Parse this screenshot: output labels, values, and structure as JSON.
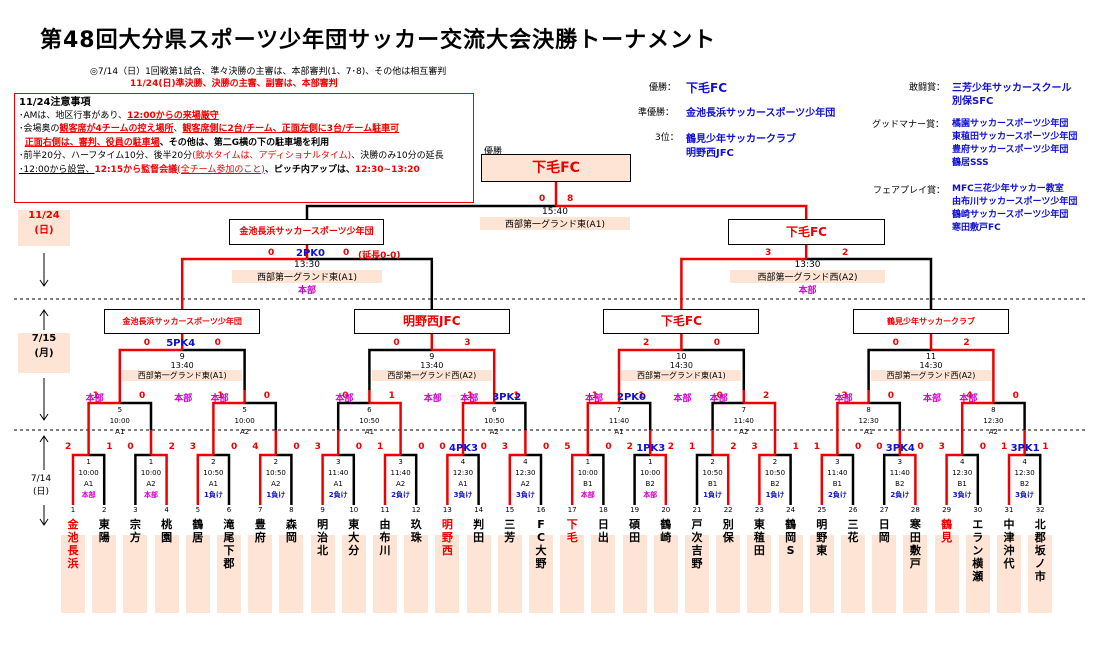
{
  "header": {
    "title": "第48回大分県スポーツ少年団サッカー交流大会決勝トーナメント",
    "note1": "◎7/14（日）1回戦第1試合、準々決勝の主審は、本部審判(1、7･8)、その他は相互審判",
    "note2": "11/24(日)準決勝、決勝の主審、副審は、本部審判"
  },
  "notice": {
    "title": "11/24注意事項",
    "l1a": "･AMは、地区行事があり、",
    "l1b": "12:00からの来場厳守",
    "l2a": "･会場奥の",
    "l2b": "観客席が4チームの控え場所",
    "l2c": "、",
    "l2d": "観客席側に2台/チーム、正面左側に3台/チーム駐車可",
    "l3a": "正面右側は、審判、役員の駐車場",
    "l3b": "、その他は、第二G横の下の駐車場を利用",
    "l4a": "･前半20分、ハーフタイム10分、後半20分",
    "l4b": "(飲水タイムは、アディショナルタイム)",
    "l4c": "、決勝のみ10分の延長",
    "l5a": "･12:00から設営、",
    "l5b": "12:15から監督会議",
    "l5c": "(全チーム参加のこと)",
    "l5d": "、ピッチ内アップは、",
    "l5e": "12:30~13:20"
  },
  "awards": {
    "champion_label": "優勝：",
    "champion": "下毛FC",
    "runnerup_label": "準優勝：",
    "runnerup": "金池長浜サッカースポーツ少年団",
    "third_label": "3位：",
    "third1": "鶴見少年サッカークラブ",
    "third2": "明野西JFC",
    "fighting_label": "敢闘賞：",
    "fighting1": "三芳少年サッカースクール",
    "fighting2": "別保SFC",
    "manner_label": "グッドマナー賞：",
    "manner1": "橘園サッカースポーツ少年団",
    "manner2": "東稙田サッカースポーツ少年団",
    "manner3": "豊府サッカースポーツ少年団",
    "manner4": "鶴居SSS",
    "fair_label": "フェアプレイ賞：",
    "fair1": "MFC三花少年サッカー教室",
    "fair2": "由布川サッカースポーツ少年団",
    "fair3": "鶴崎サッカースポーツ少年団",
    "fair4": "寒田敷戸FC"
  },
  "dates": {
    "d1": "11/24",
    "d1w": "(日)",
    "d2": "7/15",
    "d2w": "(月)",
    "d3": "7/14",
    "d3w": "(日)"
  },
  "final": {
    "label": "優勝",
    "winner": "下毛FC",
    "s1": "0",
    "s2": "8",
    "time": "15:40",
    "venue": "西部第一グランド東(A1)"
  },
  "semis": {
    "left": {
      "winner": "金池長浜サッカースポーツ少年団",
      "s1": "0",
      "s2": "0",
      "pk": "2PK0",
      "ext": "(延長0-0)",
      "time": "13:30",
      "venue": "西部第一グランド東(A1)",
      "hq": "本部"
    },
    "right": {
      "winner": "下毛FC",
      "s1": "3",
      "s2": "2",
      "time": "13:30",
      "venue": "西部第一グランド西(A2)",
      "hq": "本部"
    }
  },
  "qf": [
    {
      "winner": "金池長浜サッカースポーツ少年団",
      "no": "9",
      "time": "13:40",
      "venue": "西部第一グランド東(A1)",
      "s1": "0",
      "s2": "0",
      "pk": "5PK4",
      "hq": "本部"
    },
    {
      "winner": "明野西JFC",
      "no": "9",
      "time": "13:40",
      "venue": "西部第一グランド西(A2)",
      "s1": "0",
      "s2": "3",
      "hq": "本部"
    },
    {
      "winner": "下毛FC",
      "no": "10",
      "time": "14:30",
      "venue": "西部第一グランド東(A1)",
      "s1": "2",
      "s2": "0",
      "hq": "本部"
    },
    {
      "winner": "鶴見少年サッカークラブ",
      "no": "11",
      "time": "14:30",
      "venue": "西部第一グランド西(A2)",
      "s1": "0",
      "s2": "2",
      "hq": "本部"
    }
  ],
  "r2": [
    {
      "no": "5",
      "time": "10:00",
      "field": "A1",
      "hq": "本部",
      "s1": "1",
      "s2": "0"
    },
    {
      "no": "5",
      "time": "10:00",
      "field": "A2",
      "hq": "本部",
      "s1": "1",
      "s2": "0"
    },
    {
      "no": "6",
      "time": "10:50",
      "field": "A1",
      "hq": "本部",
      "s1": "0",
      "s2": "1"
    },
    {
      "no": "6",
      "time": "10:50",
      "field": "A2",
      "hq": "本部",
      "s1": "1",
      "s2": "1",
      "pk": "3PK2"
    },
    {
      "no": "7",
      "time": "11:40",
      "field": "A1",
      "hq": "本部",
      "s1": "1",
      "s2": "1",
      "pk": "2PK0"
    },
    {
      "no": "7",
      "time": "11:40",
      "field": "A2",
      "hq": "本部",
      "s1": "0",
      "s2": "2"
    },
    {
      "no": "8",
      "time": "12:30",
      "field": "A1",
      "hq": "本部",
      "s1": "3",
      "s2": "0"
    },
    {
      "no": "8",
      "time": "12:30",
      "field": "A2",
      "hq": "本部",
      "s1": "4",
      "s2": "0"
    }
  ],
  "r1": [
    {
      "no": "1",
      "time": "10:00",
      "field": "A1",
      "ref": "本部",
      "s1": "2",
      "s2": "1"
    },
    {
      "no": "1",
      "time": "10:00",
      "field": "A2",
      "ref": "本部",
      "s1": "0",
      "s2": "2"
    },
    {
      "no": "2",
      "time": "10:50",
      "field": "A1",
      "ref": "1負け",
      "s1": "3",
      "s2": "0"
    },
    {
      "no": "2",
      "time": "10:50",
      "field": "A2",
      "ref": "1負け",
      "s1": "4",
      "s2": "0"
    },
    {
      "no": "3",
      "time": "11:40",
      "field": "A1",
      "ref": "2負け",
      "s1": "3",
      "s2": "0"
    },
    {
      "no": "3",
      "time": "11:40",
      "field": "A2",
      "ref": "2負け",
      "s1": "1",
      "s2": "0"
    },
    {
      "no": "4",
      "time": "12:30",
      "field": "A1",
      "ref": "3負け",
      "s1": "0",
      "s2": "0",
      "pk": "4PK3"
    },
    {
      "no": "4",
      "time": "12:30",
      "field": "A2",
      "ref": "3負け",
      "s1": "3",
      "s2": "0"
    },
    {
      "no": "1",
      "time": "10:00",
      "field": "B1",
      "ref": "本部",
      "s1": "5",
      "s2": "0"
    },
    {
      "no": "1",
      "time": "10:00",
      "field": "B2",
      "ref": "本部",
      "s1": "2",
      "s2": "2",
      "pk": "1PK3"
    },
    {
      "no": "2",
      "time": "10:50",
      "field": "B1",
      "ref": "1負け",
      "s1": "1",
      "s2": "2"
    },
    {
      "no": "2",
      "time": "10:50",
      "field": "B2",
      "ref": "1負け",
      "s1": "3",
      "s2": "1"
    },
    {
      "no": "3",
      "time": "11:40",
      "field": "B1",
      "ref": "2負け",
      "s1": "1",
      "s2": "0"
    },
    {
      "no": "3",
      "time": "11:40",
      "field": "B2",
      "ref": "2負け",
      "s1": "0",
      "s2": "0",
      "pk": "3PK4"
    },
    {
      "no": "4",
      "time": "12:30",
      "field": "B1",
      "ref": "3負け",
      "s1": "3",
      "s2": "0"
    },
    {
      "no": "4",
      "time": "12:30",
      "field": "B2",
      "ref": "3負け",
      "s1": "1",
      "s2": "1",
      "pk": "3PK1"
    }
  ],
  "teams": [
    "金池長浜",
    "東陽",
    "宗方",
    "桃園",
    "鶴居",
    "滝尾下郡",
    "豊府",
    "森岡",
    "明治北",
    "東大分",
    "由布川",
    "玖珠",
    "明野西",
    "判田",
    "三芳",
    "FC大野",
    "下毛",
    "日出",
    "碩田",
    "鶴崎",
    "戸次吉野",
    "別保",
    "東稙田",
    "鶴岡S",
    "明野東",
    "三花",
    "日岡",
    "寒田敷戸",
    "鶴見",
    "エラン横瀬",
    "中津沖代",
    "北郡坂ノ市"
  ],
  "team_highlight": [
    1,
    13,
    17,
    29
  ]
}
